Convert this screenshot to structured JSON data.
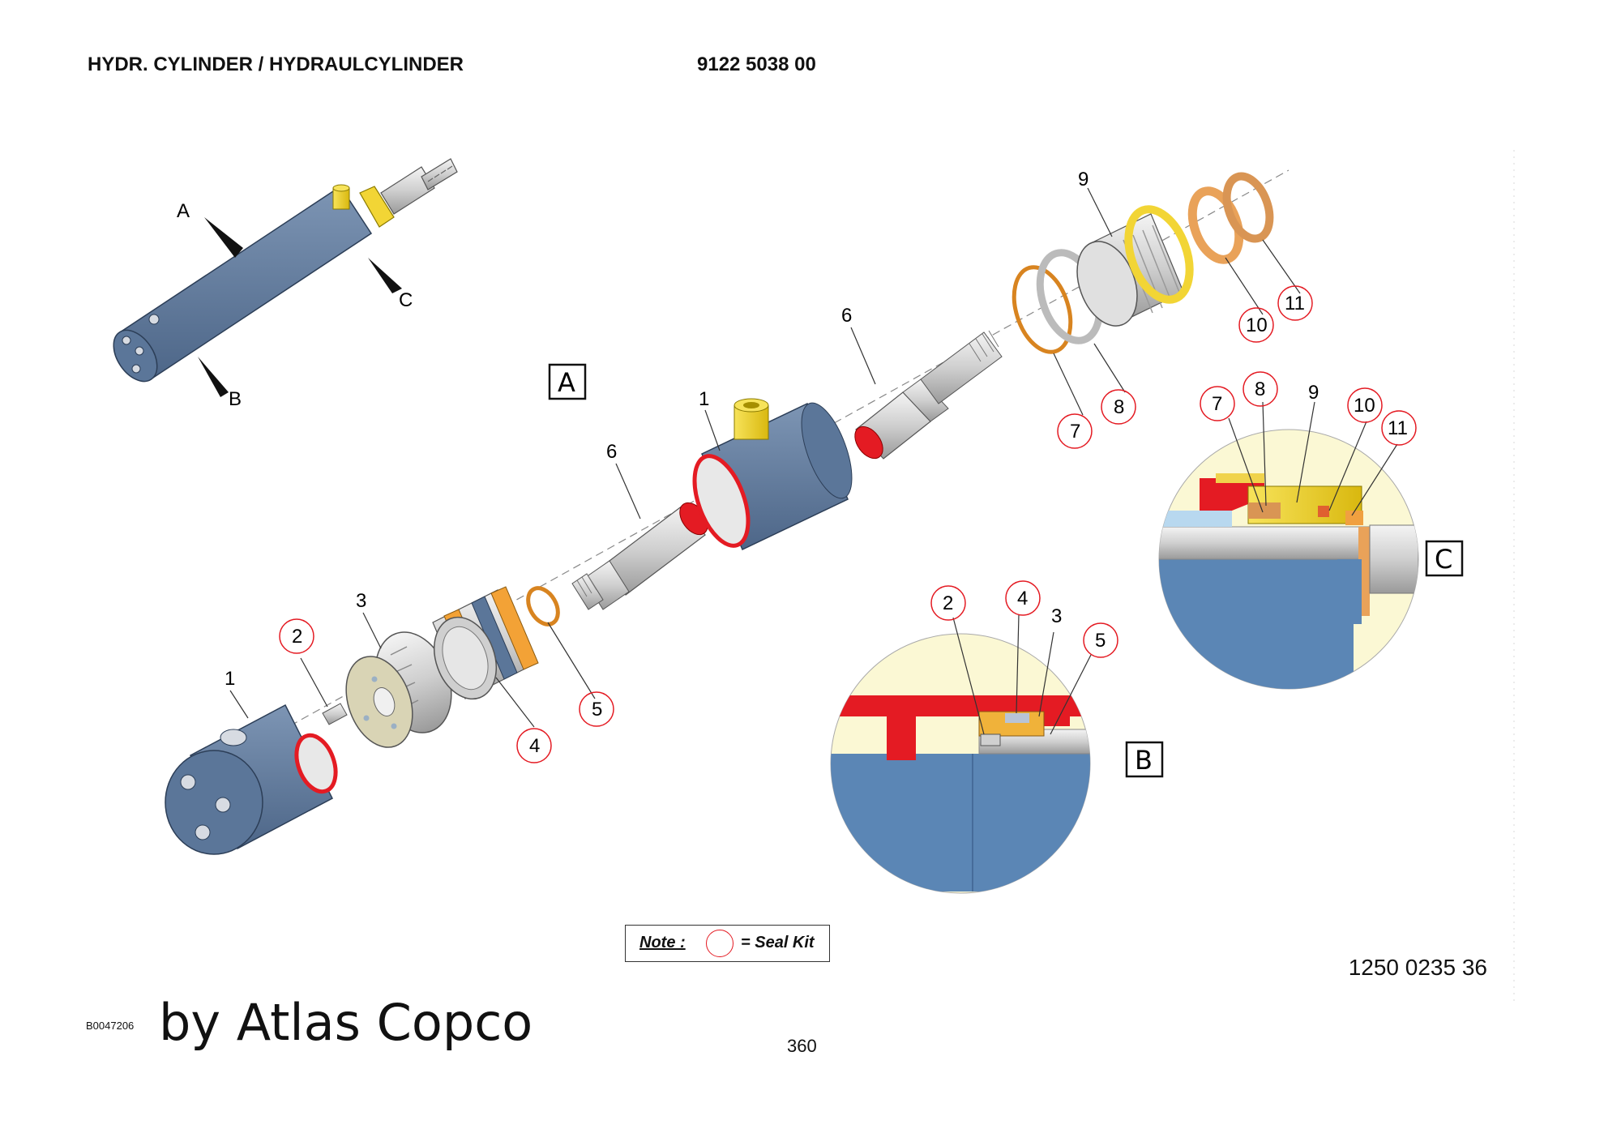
{
  "header": {
    "title": "HYDR. CYLINDER / HYDRAULCYLINDER",
    "part_number": "9122 5038 00"
  },
  "overview": {
    "markers": [
      "A",
      "B",
      "C"
    ]
  },
  "exploded_view": {
    "label": "A",
    "part_labels": [
      "1",
      "2",
      "3",
      "4",
      "5",
      "6",
      "1",
      "6",
      "7",
      "8",
      "9",
      "10",
      "11"
    ]
  },
  "detail_b": {
    "label": "B",
    "part_labels": [
      "2",
      "4",
      "3",
      "5"
    ]
  },
  "detail_c": {
    "label": "C",
    "part_labels": [
      "7",
      "8",
      "9",
      "10",
      "11"
    ]
  },
  "note": {
    "label": "Note :",
    "text": "= Seal Kit"
  },
  "footer": {
    "drawing_number": "1250 0235 36",
    "reference_code": "B0047206",
    "byline": "by Atlas Copco",
    "page_number": "360"
  },
  "colors": {
    "cylinder_blue": "#5b7699",
    "seal_red": "#e41b23",
    "brass_yellow": "#f2d535",
    "bronze_orange": "#e9a259",
    "detail_bg": "#fbf8d4"
  }
}
